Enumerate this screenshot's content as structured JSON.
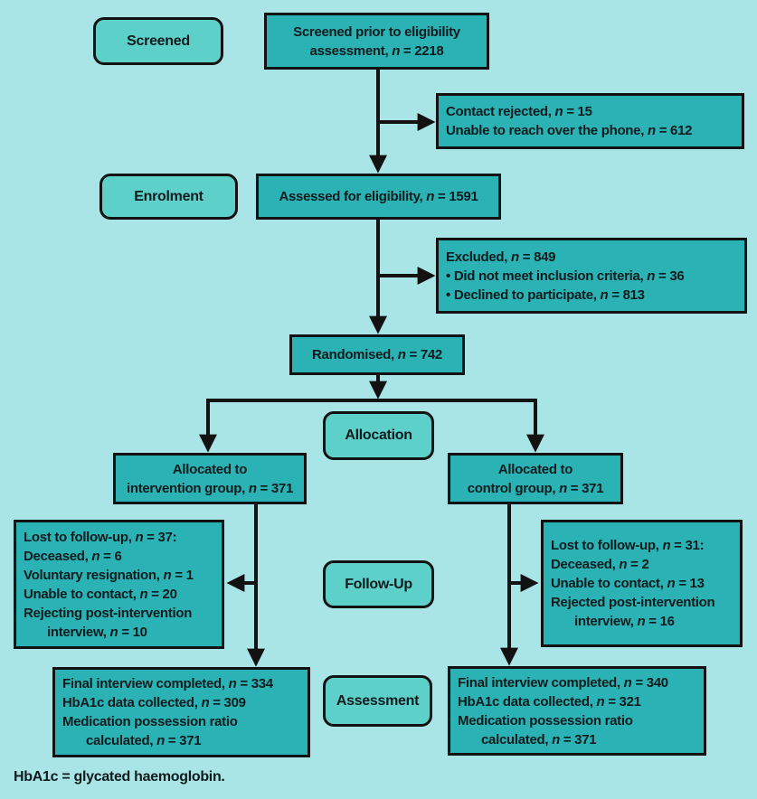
{
  "colors": {
    "background": "#a9e5e6",
    "box_fill": "#2ab2b5",
    "label_fill": "#5ed0ca",
    "line": "#121212",
    "text": "#0f1b1c"
  },
  "stage_labels": {
    "screened": "Screened",
    "enrolment": "Enrolment",
    "allocation": "Allocation",
    "follow_up": "Follow-Up",
    "assessment": "Assessment"
  },
  "boxes": {
    "screened_prior": {
      "lines": [
        "Screened prior to eligibility",
        "assessment, n = 2218"
      ]
    },
    "contact_rejected": {
      "lines": [
        "Contact rejected, n = 15",
        "Unable to reach over the phone, n = 612"
      ]
    },
    "assessed": {
      "lines": [
        "Assessed for eligibility, n = 1591"
      ]
    },
    "excluded": {
      "lines": [
        "Excluded, n = 849",
        "• Did not meet inclusion criteria, n = 36",
        "• Declined to participate, n = 813"
      ]
    },
    "randomised": {
      "lines": [
        "Randomised, n = 742"
      ]
    },
    "allocated_intervention": {
      "lines": [
        "Allocated to",
        "intervention group, n = 371"
      ]
    },
    "allocated_control": {
      "lines": [
        "Allocated to",
        "control group, n = 371"
      ]
    },
    "lost_intervention": {
      "lines": [
        "Lost to follow-up, n = 37:",
        "Deceased, n = 6",
        "Voluntary resignation, n = 1",
        "Unable to contact, n = 20",
        "Rejecting post-intervention",
        "interview, n = 10"
      ]
    },
    "lost_control": {
      "lines": [
        "Lost to follow-up, n = 31:",
        "Deceased, n = 2",
        "Unable to contact, n = 13",
        "Rejected post-intervention",
        "interview, n = 16"
      ]
    },
    "final_intervention": {
      "lines": [
        "Final interview completed, n = 334",
        "HbA1c data collected, n = 309",
        "Medication possession ratio",
        "calculated, n = 371"
      ]
    },
    "final_control": {
      "lines": [
        "Final interview completed, n = 340",
        "HbA1c data collected, n = 321",
        "Medication possession ratio",
        "calculated, n = 371"
      ]
    }
  },
  "footnote": "HbA1c = glycated haemoglobin."
}
